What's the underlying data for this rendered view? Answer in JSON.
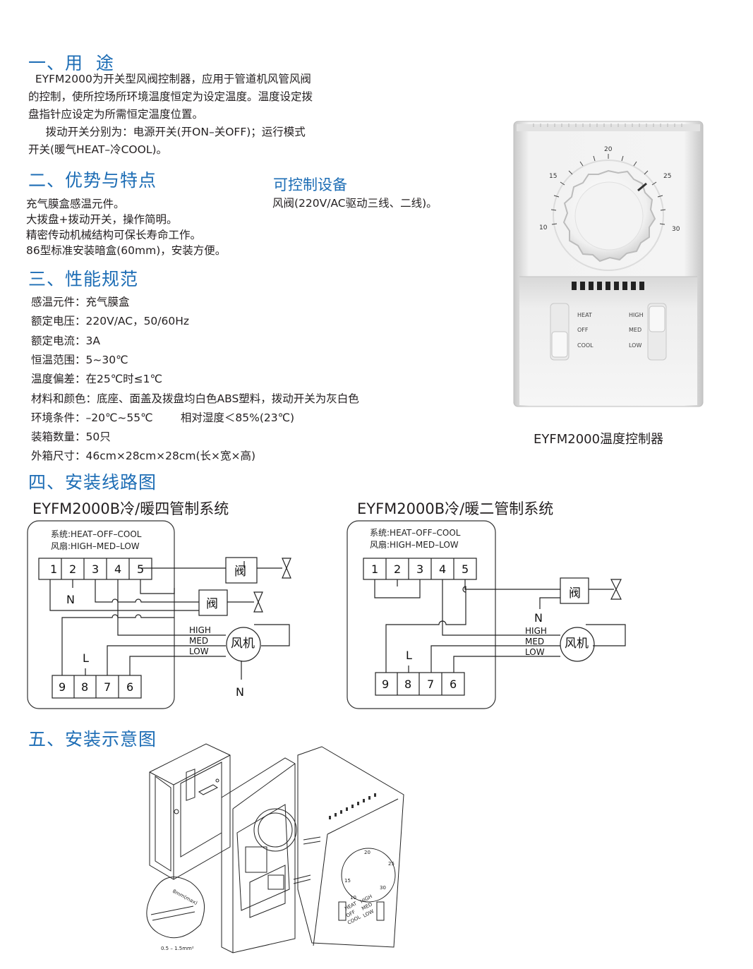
{
  "sections": {
    "usage": {
      "title": "一、用  途",
      "lines": [
        "  EYFM2000为开关型风阀控制器，应用于管道机风管风阀",
        "的控制，使所控场所环境温度恒定为设定温度。温度设定拨",
        "盘指针应设定为所需恒定温度位置。",
        "     拨动开关分别为：电源开关(开ON–关OFF)；运行模式",
        "开关(暖气HEAT–冷COOL)。"
      ]
    },
    "advantages": {
      "title": "二、优势与特点",
      "lines": [
        "充气膜盒感温元件。",
        "大拨盘+拨动开关，操作简明。",
        "精密传动机械结构可保长寿命工作。",
        "86型标准安装暗盒(60mm)，安装方便。"
      ]
    },
    "controllable": {
      "title": "可控制设备",
      "text": "风阀(220V/AC驱动三线、二线)。"
    },
    "specs": {
      "title": "三、性能规范",
      "rows": [
        "感温元件：充气膜盒",
        "额定电压：220V/AC，50/60Hz",
        "额定电流：3A",
        "恒温范围：5~30℃",
        "温度偏差：在25℃时≤1℃",
        "材料和颜色：底座、面盖及拨盘均白色ABS塑料，拨动开关为灰白色",
        "环境条件：–20℃~55℃        相对湿度＜85%(23℃)",
        "装箱数量：50只",
        "外箱尺寸：46cm×28cm×28cm(长×宽×高)"
      ]
    },
    "wiring": {
      "title": "四、安装线路图"
    },
    "install": {
      "title": "五、安装示意图"
    }
  },
  "product": {
    "caption": "EYFM2000温度控制器",
    "dial_numbers": [
      "10",
      "15",
      "20",
      "25",
      "30"
    ],
    "switch_left_labels": [
      "HEAT",
      "OFF",
      "COOL"
    ],
    "switch_right_labels": [
      "HIGH",
      "MED",
      "LOW"
    ]
  },
  "diagram_four_pipe": {
    "title": "EYFM2000B冷/暖四管制系统",
    "line1": "系统:HEAT–OFF–COOL",
    "line2": "风扇:HIGH–MED–LOW",
    "top_terminals": [
      "1",
      "2",
      "3",
      "4",
      "5"
    ],
    "bottom_terminals": [
      "9",
      "8",
      "7",
      "6"
    ],
    "valve_label": "阀",
    "fan_label": "风机",
    "speeds": [
      "HIGH",
      "MED",
      "LOW"
    ],
    "n_label": "N",
    "l_label": "L"
  },
  "diagram_two_pipe": {
    "title": "EYFM2000B冷/暖二管制系统",
    "line1": "系统:HEAT–OFF–COOL",
    "line2": "风扇:HIGH–MED–LOW",
    "top_terminals": [
      "1",
      "2",
      "3",
      "4",
      "5"
    ],
    "bottom_terminals": [
      "9",
      "8",
      "7",
      "6"
    ],
    "valve_label": "阀",
    "fan_label": "风机",
    "speeds": [
      "HIGH",
      "MED",
      "LOW"
    ],
    "n_label": "N",
    "l_label": "L"
  },
  "install_drawing": {
    "wire_spec_top": "8mm(max)",
    "wire_spec_bottom": "0.5 – 1.5mm²",
    "dial_numbers": [
      "10",
      "15",
      "20",
      "25",
      "30"
    ],
    "switch_left_labels": [
      "HEAT",
      "OFF",
      "COOL"
    ],
    "switch_right_labels": [
      "HIGH",
      "MED",
      "LOW"
    ]
  }
}
